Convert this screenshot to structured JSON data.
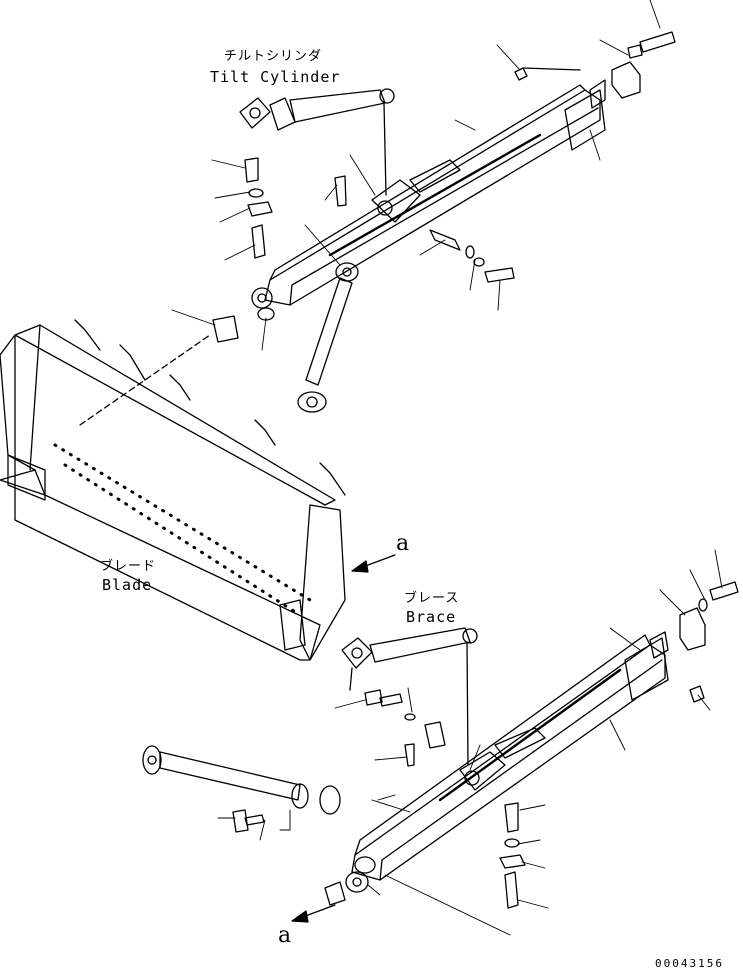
{
  "labels": {
    "tilt_cylinder_jp": "チルトシリンダ",
    "tilt_cylinder_en": "Tilt Cylinder",
    "blade_jp": "ブレード",
    "blade_en": "Blade",
    "brace_jp": "ブレース",
    "brace_en": "Brace",
    "ref_a_upper": "a",
    "ref_a_lower": "a",
    "drawing_code": "00043156"
  },
  "colors": {
    "line": "#000000",
    "background": "#ffffff"
  }
}
